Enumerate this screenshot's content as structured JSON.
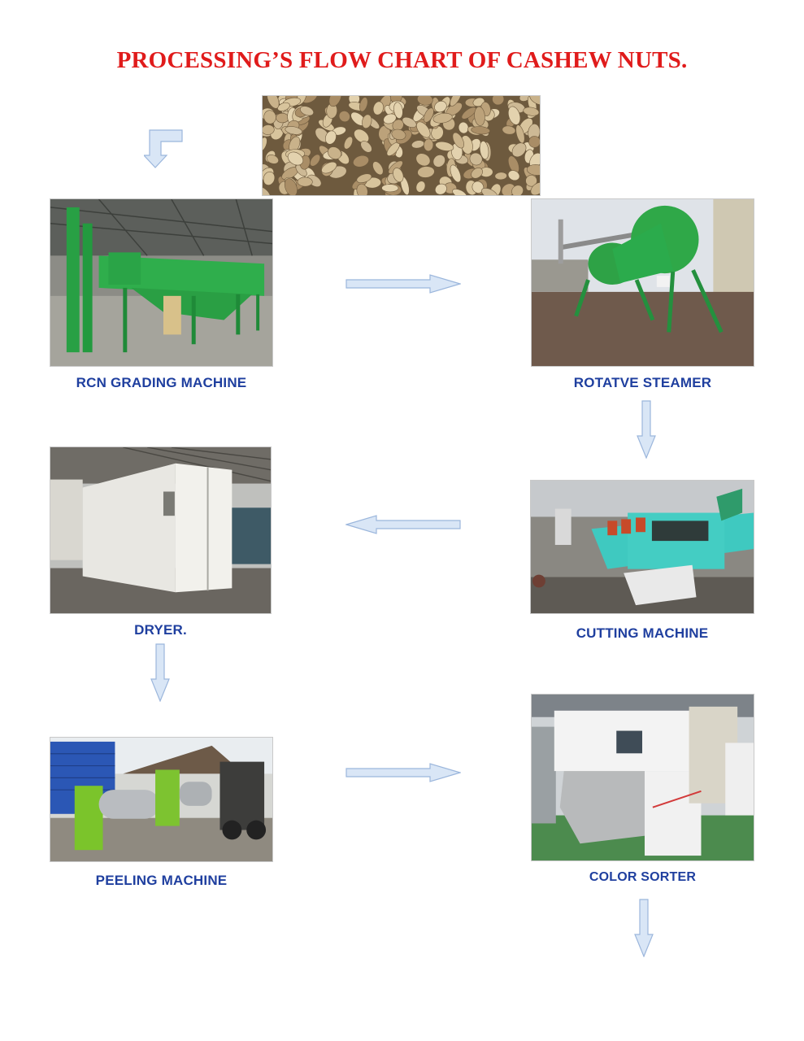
{
  "title": "PROCESSING’S FLOW CHART OF CASHEW NUTS.",
  "colors": {
    "title": "#e01b1b",
    "label": "#1f3f9f",
    "arrow_fill": "#d9e6f6",
    "arrow_stroke": "#9bb6dc",
    "machine_green": "#2fae4c",
    "cutter_teal": "#3fc9c0"
  },
  "steps": [
    {
      "id": "raw-cashew-nuts",
      "label": ""
    },
    {
      "id": "rcn-grading-machine",
      "label": "RCN GRADING MACHINE"
    },
    {
      "id": "rotatve-steamer",
      "label": "ROTATVE STEAMER"
    },
    {
      "id": "cutting-machine",
      "label": "CUTTING MACHINE"
    },
    {
      "id": "dryer",
      "label": "DRYER."
    },
    {
      "id": "peeling-machine",
      "label": "PEELING MACHINE"
    },
    {
      "id": "color-sorter",
      "label": "COLOR SORTER"
    }
  ],
  "flow_arrows": [
    {
      "from": "raw-cashew-nuts",
      "to": "rcn-grading-machine",
      "direction": "down-left"
    },
    {
      "from": "rcn-grading-machine",
      "to": "rotatve-steamer",
      "direction": "right"
    },
    {
      "from": "rotatve-steamer",
      "to": "cutting-machine",
      "direction": "down"
    },
    {
      "from": "cutting-machine",
      "to": "dryer",
      "direction": "left"
    },
    {
      "from": "dryer",
      "to": "peeling-machine",
      "direction": "down"
    },
    {
      "from": "peeling-machine",
      "to": "color-sorter",
      "direction": "right"
    },
    {
      "from": "color-sorter",
      "to": "next",
      "direction": "down"
    }
  ]
}
